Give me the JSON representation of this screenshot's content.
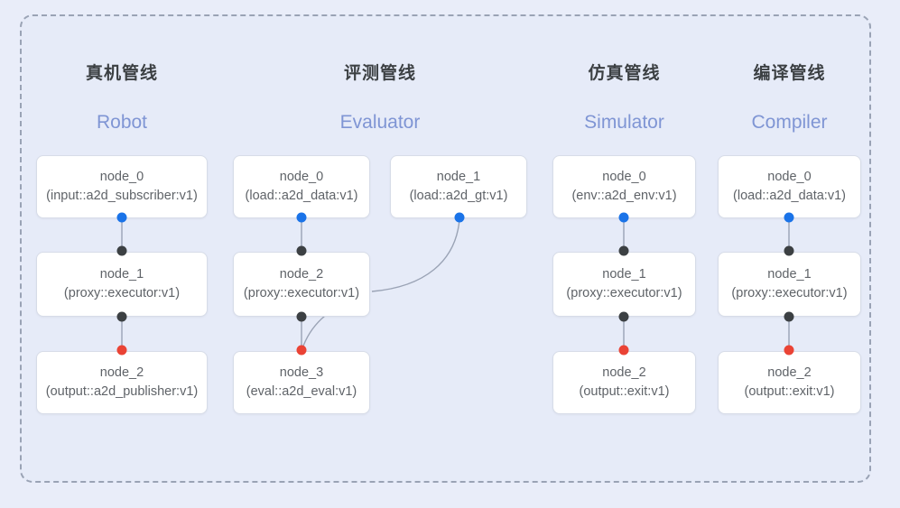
{
  "page": {
    "background_color": "#e9edf9",
    "frame_color": "#e6ebf8",
    "frame_border_color": "#9aa3b5"
  },
  "palette": {
    "port_input": "#1a73e8",
    "port_internal": "#3c4043",
    "port_output": "#ea4335",
    "edge": "#9aa3b5",
    "title_cn": "#3c4043",
    "title_en": "#7f95d4",
    "node_text": "#5f6368"
  },
  "columns": [
    {
      "id": "robot",
      "title_cn": "真机管线",
      "title_en": "Robot",
      "nodes": [
        {
          "name": "node_0",
          "type": "(input::a2d_subscriber:v1)"
        },
        {
          "name": "node_1",
          "type": "(proxy::executor:v1)"
        },
        {
          "name": "node_2",
          "type": "(output::a2d_publisher:v1)"
        }
      ]
    },
    {
      "id": "evaluator",
      "title_cn": "评测管线",
      "title_en": "Evaluator",
      "nodes": [
        {
          "name": "node_0",
          "type": "(load::a2d_data:v1)"
        },
        {
          "name": "node_1",
          "type": "(load::a2d_gt:v1)"
        },
        {
          "name": "node_2",
          "type": "(proxy::executor:v1)"
        },
        {
          "name": "node_3",
          "type": "(eval::a2d_eval:v1)"
        }
      ]
    },
    {
      "id": "simulator",
      "title_cn": "仿真管线",
      "title_en": "Simulator",
      "nodes": [
        {
          "name": "node_0",
          "type": "(env::a2d_env:v1)"
        },
        {
          "name": "node_1",
          "type": "(proxy::executor:v1)"
        },
        {
          "name": "node_2",
          "type": "(output::exit:v1)"
        }
      ]
    },
    {
      "id": "compiler",
      "title_cn": "编译管线",
      "title_en": "Compiler",
      "nodes": [
        {
          "name": "node_0",
          "type": "(load::a2d_data:v1)"
        },
        {
          "name": "node_1",
          "type": "(proxy::executor:v1)"
        },
        {
          "name": "node_2",
          "type": "(output::exit:v1)"
        }
      ]
    }
  ]
}
